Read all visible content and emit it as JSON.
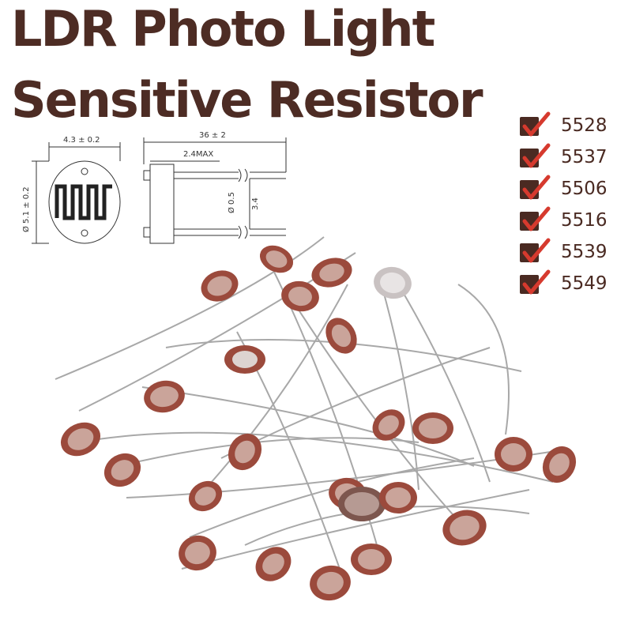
{
  "title": {
    "line1": "LDR Photo Light",
    "line2": "Sensitive Resistor"
  },
  "models": [
    "5528",
    "5537",
    "5506",
    "5516",
    "5539",
    "5549"
  ],
  "diagram": {
    "width_dim": "4.3 ± 0.2",
    "height_dim": "Ø 5.1 ± 0.2",
    "length_dim": "36 ± 2",
    "body_dim": "2.4MAX",
    "lead_dim": "Ø 0.5",
    "pitch_dim": "3.4"
  },
  "colors": {
    "title": "#4d2c24",
    "check_box": "#4a2a22",
    "check_tick": "#d63a2e",
    "component_body": "#9b4a3c"
  }
}
